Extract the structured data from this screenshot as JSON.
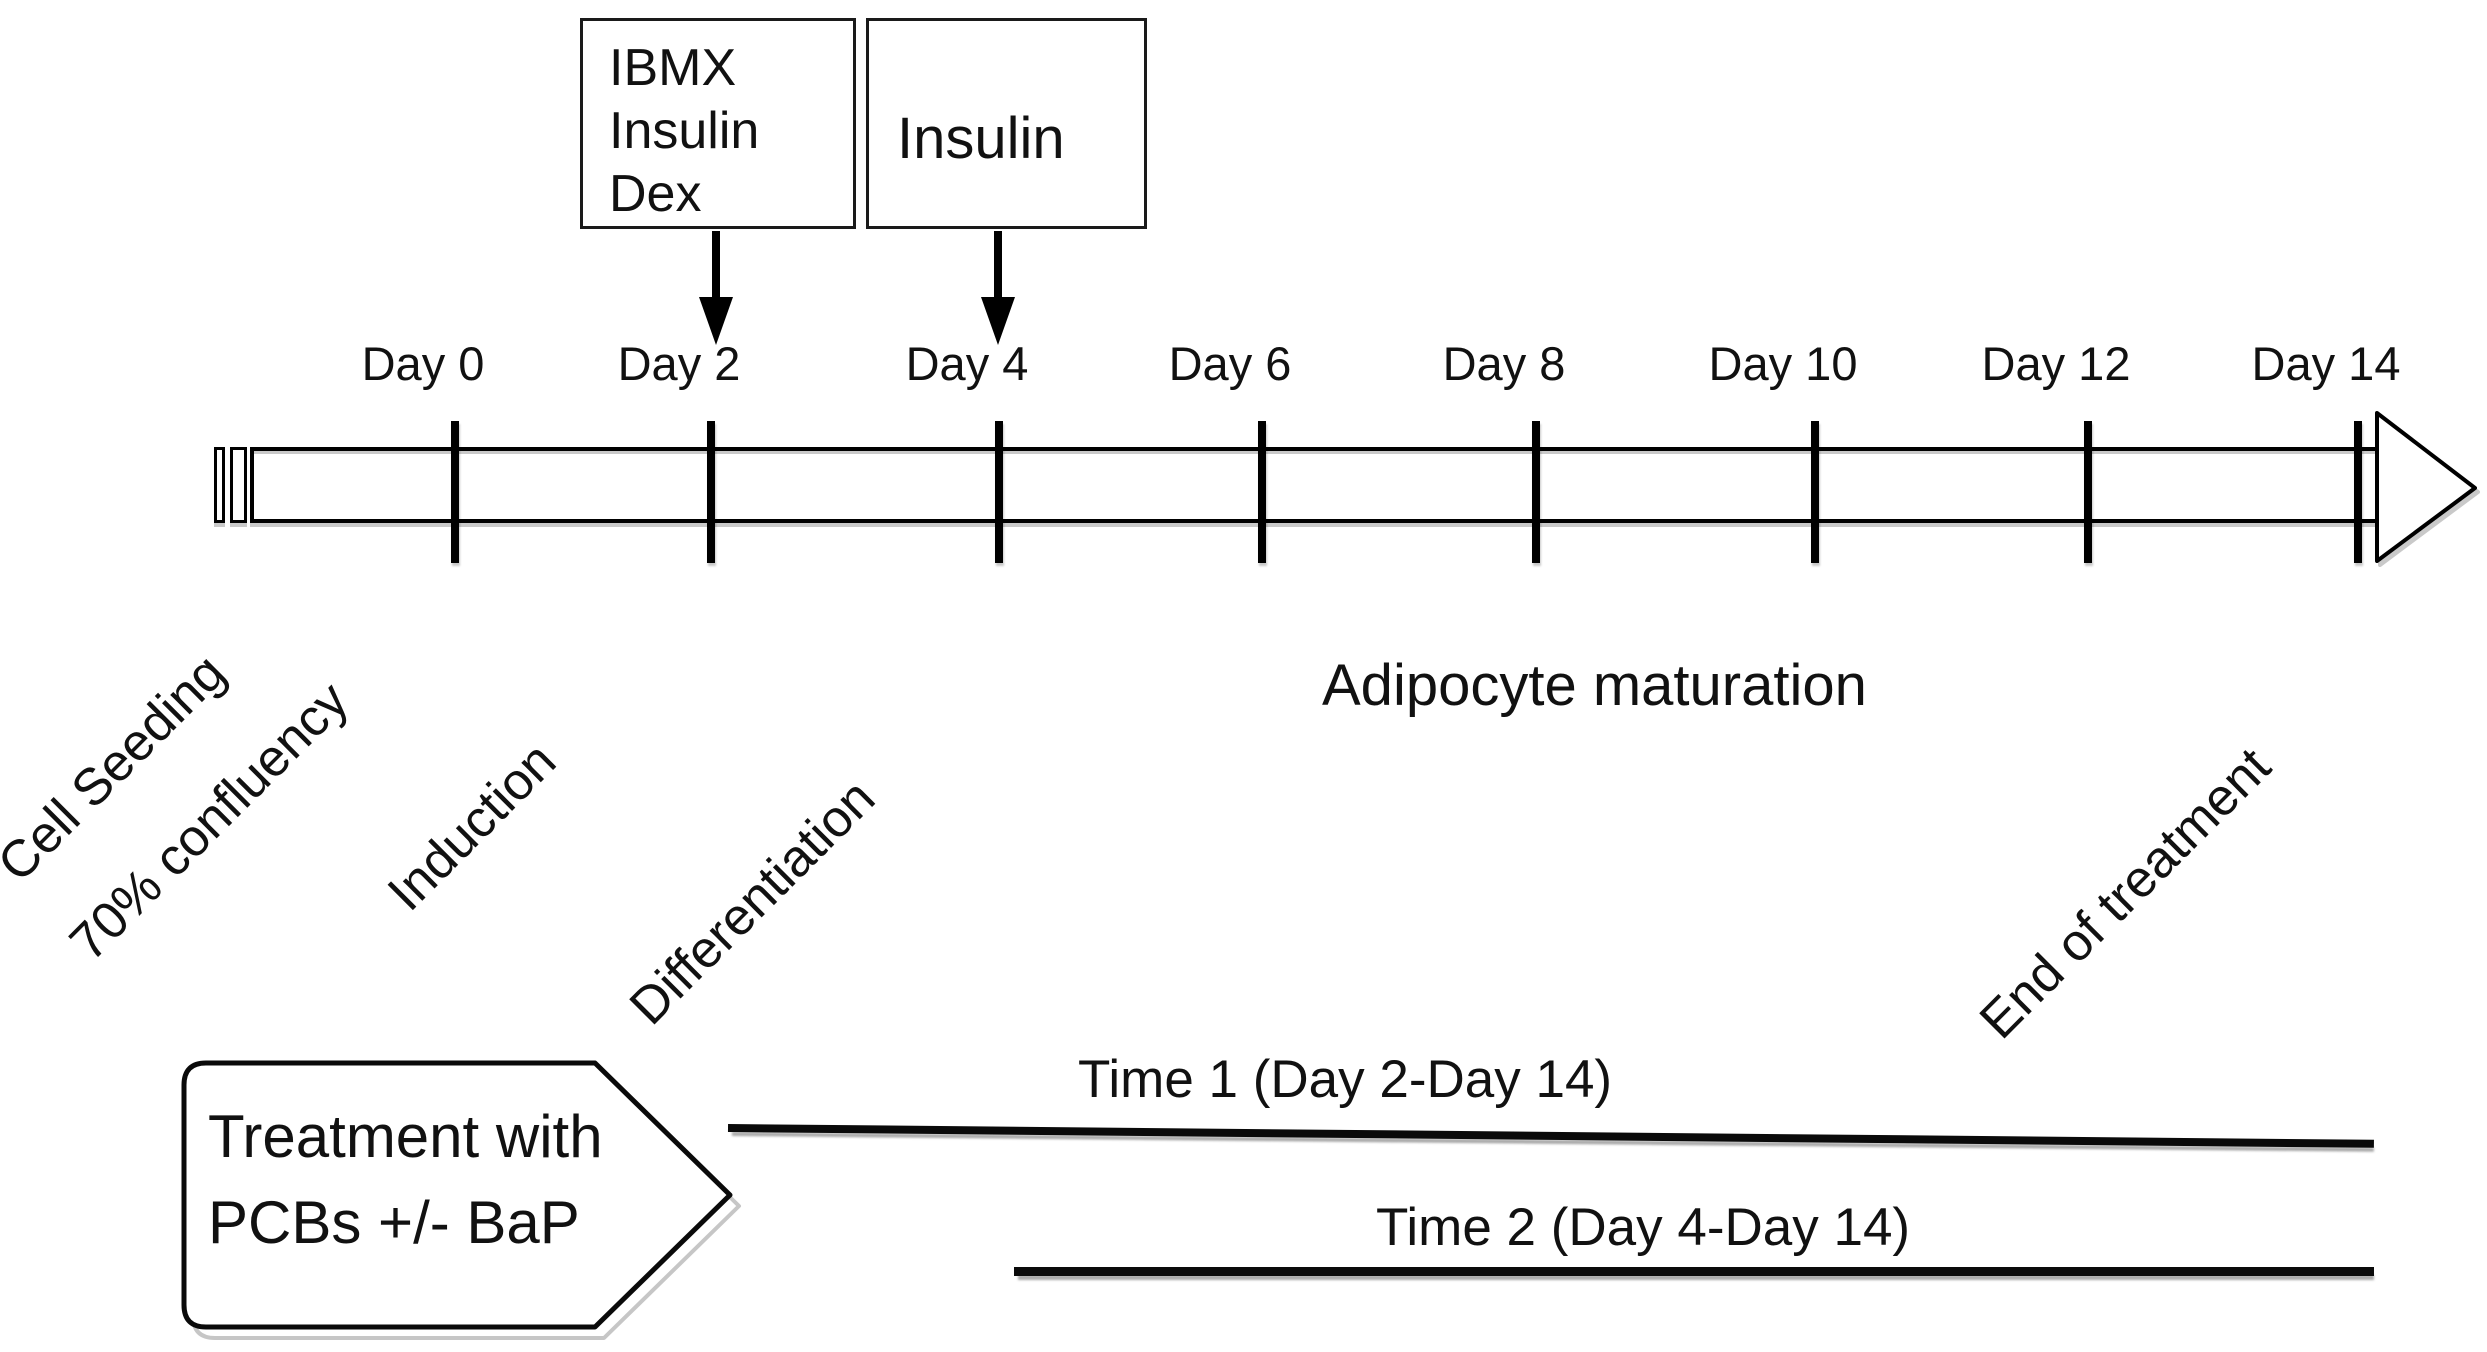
{
  "colors": {
    "ink": "#111111",
    "paper": "#ffffff",
    "shadow_gray": "#c9c9c9"
  },
  "reagent_boxes": {
    "induction_box": {
      "line1": "IBMX",
      "line2": "Insulin",
      "line3": "Dex"
    },
    "insulin_box": {
      "label": "Insulin"
    }
  },
  "timeline": {
    "day_labels": [
      "Day 0",
      "Day 2",
      "Day 4",
      "Day 6",
      "Day 8",
      "Day 10",
      "Day 12",
      "Day 14"
    ],
    "maturation_label": "Adipocyte maturation"
  },
  "stage_labels": {
    "cell_seeding": "Cell Seeding",
    "confluency": "70% confluency",
    "induction": "Induction",
    "differentiation": "Differentiation",
    "end_of_treatment": "End of treatment"
  },
  "treatment_callout": {
    "line1": "Treatment with",
    "line2": "PCBs +/- BaP"
  },
  "treatment_windows": {
    "time1": "Time 1 (Day 2-Day 14)",
    "time2": "Time 2 (Day 4-Day 14)"
  }
}
